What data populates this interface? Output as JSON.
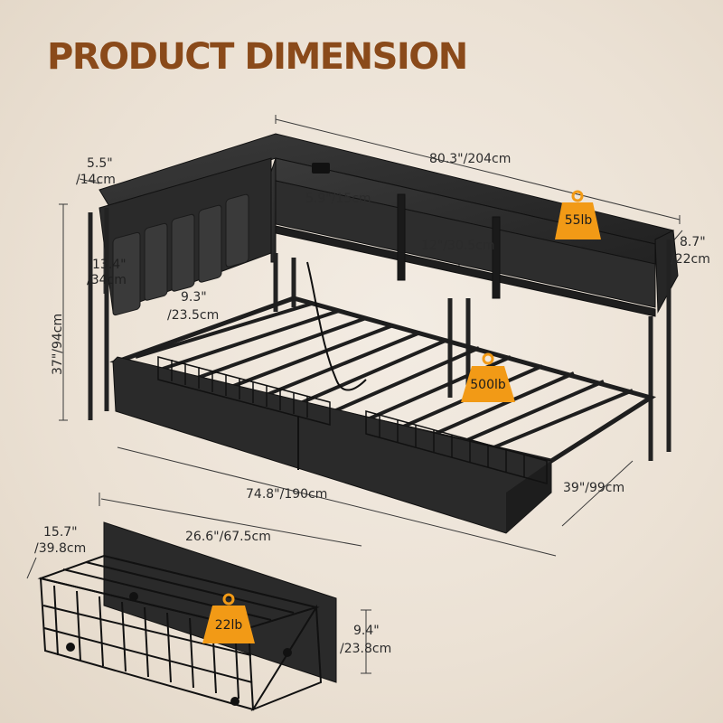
{
  "header": {
    "title": "PRODUCT DIMENSION"
  },
  "colors": {
    "title": "#8a4a1a",
    "weight_badge": "#f29a16",
    "frame": "#2a2a2a",
    "background": "#ede4d8"
  },
  "dimensions": {
    "total_length": "80.3\"/204cm",
    "side_shelf_depth_in": "5.5\"",
    "side_shelf_depth_cm": "/14cm",
    "shelf_height": "5.9\"/15cm",
    "shelf_gap": "12\"/30.5cm",
    "headboard_depth_in": "8.7\"",
    "headboard_depth_cm": "/22cm",
    "side_storage_height_in": "13.4\"",
    "side_storage_height_cm": "/34cm",
    "side_storage_width_in": "9.3\"",
    "side_storage_width_cm": "/23.5cm",
    "total_height": "37\"/94cm",
    "bed_length": "74.8\"/190cm",
    "bed_width": "39\"/99cm",
    "drawer_depth_in": "15.7\"",
    "drawer_depth_cm": "/39.8cm",
    "drawer_length": "26.6\"/67.5cm",
    "drawer_height_in": "9.4\"",
    "drawer_height_cm": "/23.8cm"
  },
  "weights": {
    "shelf": "55lb",
    "bed": "500lb",
    "drawer": "22lb"
  },
  "icons": [
    "weight-icon",
    "outlet-icon"
  ]
}
